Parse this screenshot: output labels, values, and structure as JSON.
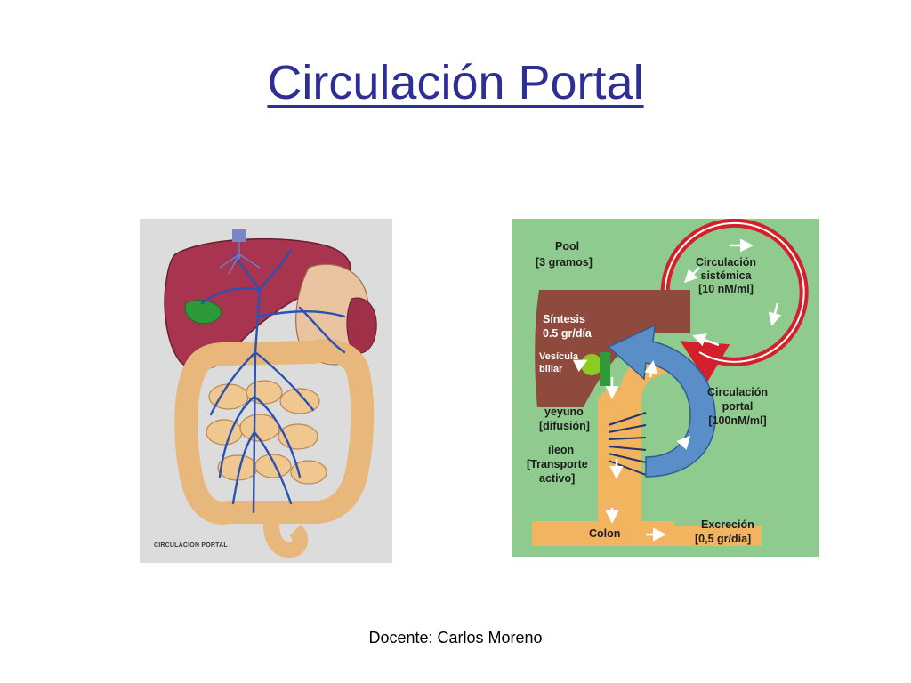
{
  "title": "Circulación Portal",
  "left_figure": {
    "caption": "CIRCULACION PORTAL"
  },
  "right_figure": {
    "pool_line1": "Pool",
    "pool_line2": "[3 gramos]",
    "systemic_line1": "Circulación",
    "systemic_line2": "sistémica",
    "systemic_line3": "[10 nM/ml]",
    "synthesis_line1": "Síntesis",
    "synthesis_line2": "0.5 gr/día",
    "gallbladder_line1": "Vesícula",
    "gallbladder_line2": "biliar",
    "portal_line1": "Circulación",
    "portal_line2": "portal",
    "portal_line3": "[100nM/ml]",
    "jejunum_line1": "yeyuno",
    "jejunum_line2": "[difusión]",
    "ileum_line1": "íleon",
    "ileum_line2": "[Transporte",
    "ileum_line3": "activo]",
    "excretion_line1": "Excreción",
    "excretion_line2": "[0,5 gr/día]",
    "colon": "Colon",
    "colors": {
      "background": "#8fca8e",
      "liver": "#8e4a3c",
      "intestine": "#f3b460",
      "portal_flow": "#5a8ec8",
      "systemic_flow": "#d4202c",
      "gallbladder": "#8ccc22"
    }
  },
  "footer": "Docente: Carlos Moreno",
  "colors": {
    "title": "#2e2f96"
  }
}
